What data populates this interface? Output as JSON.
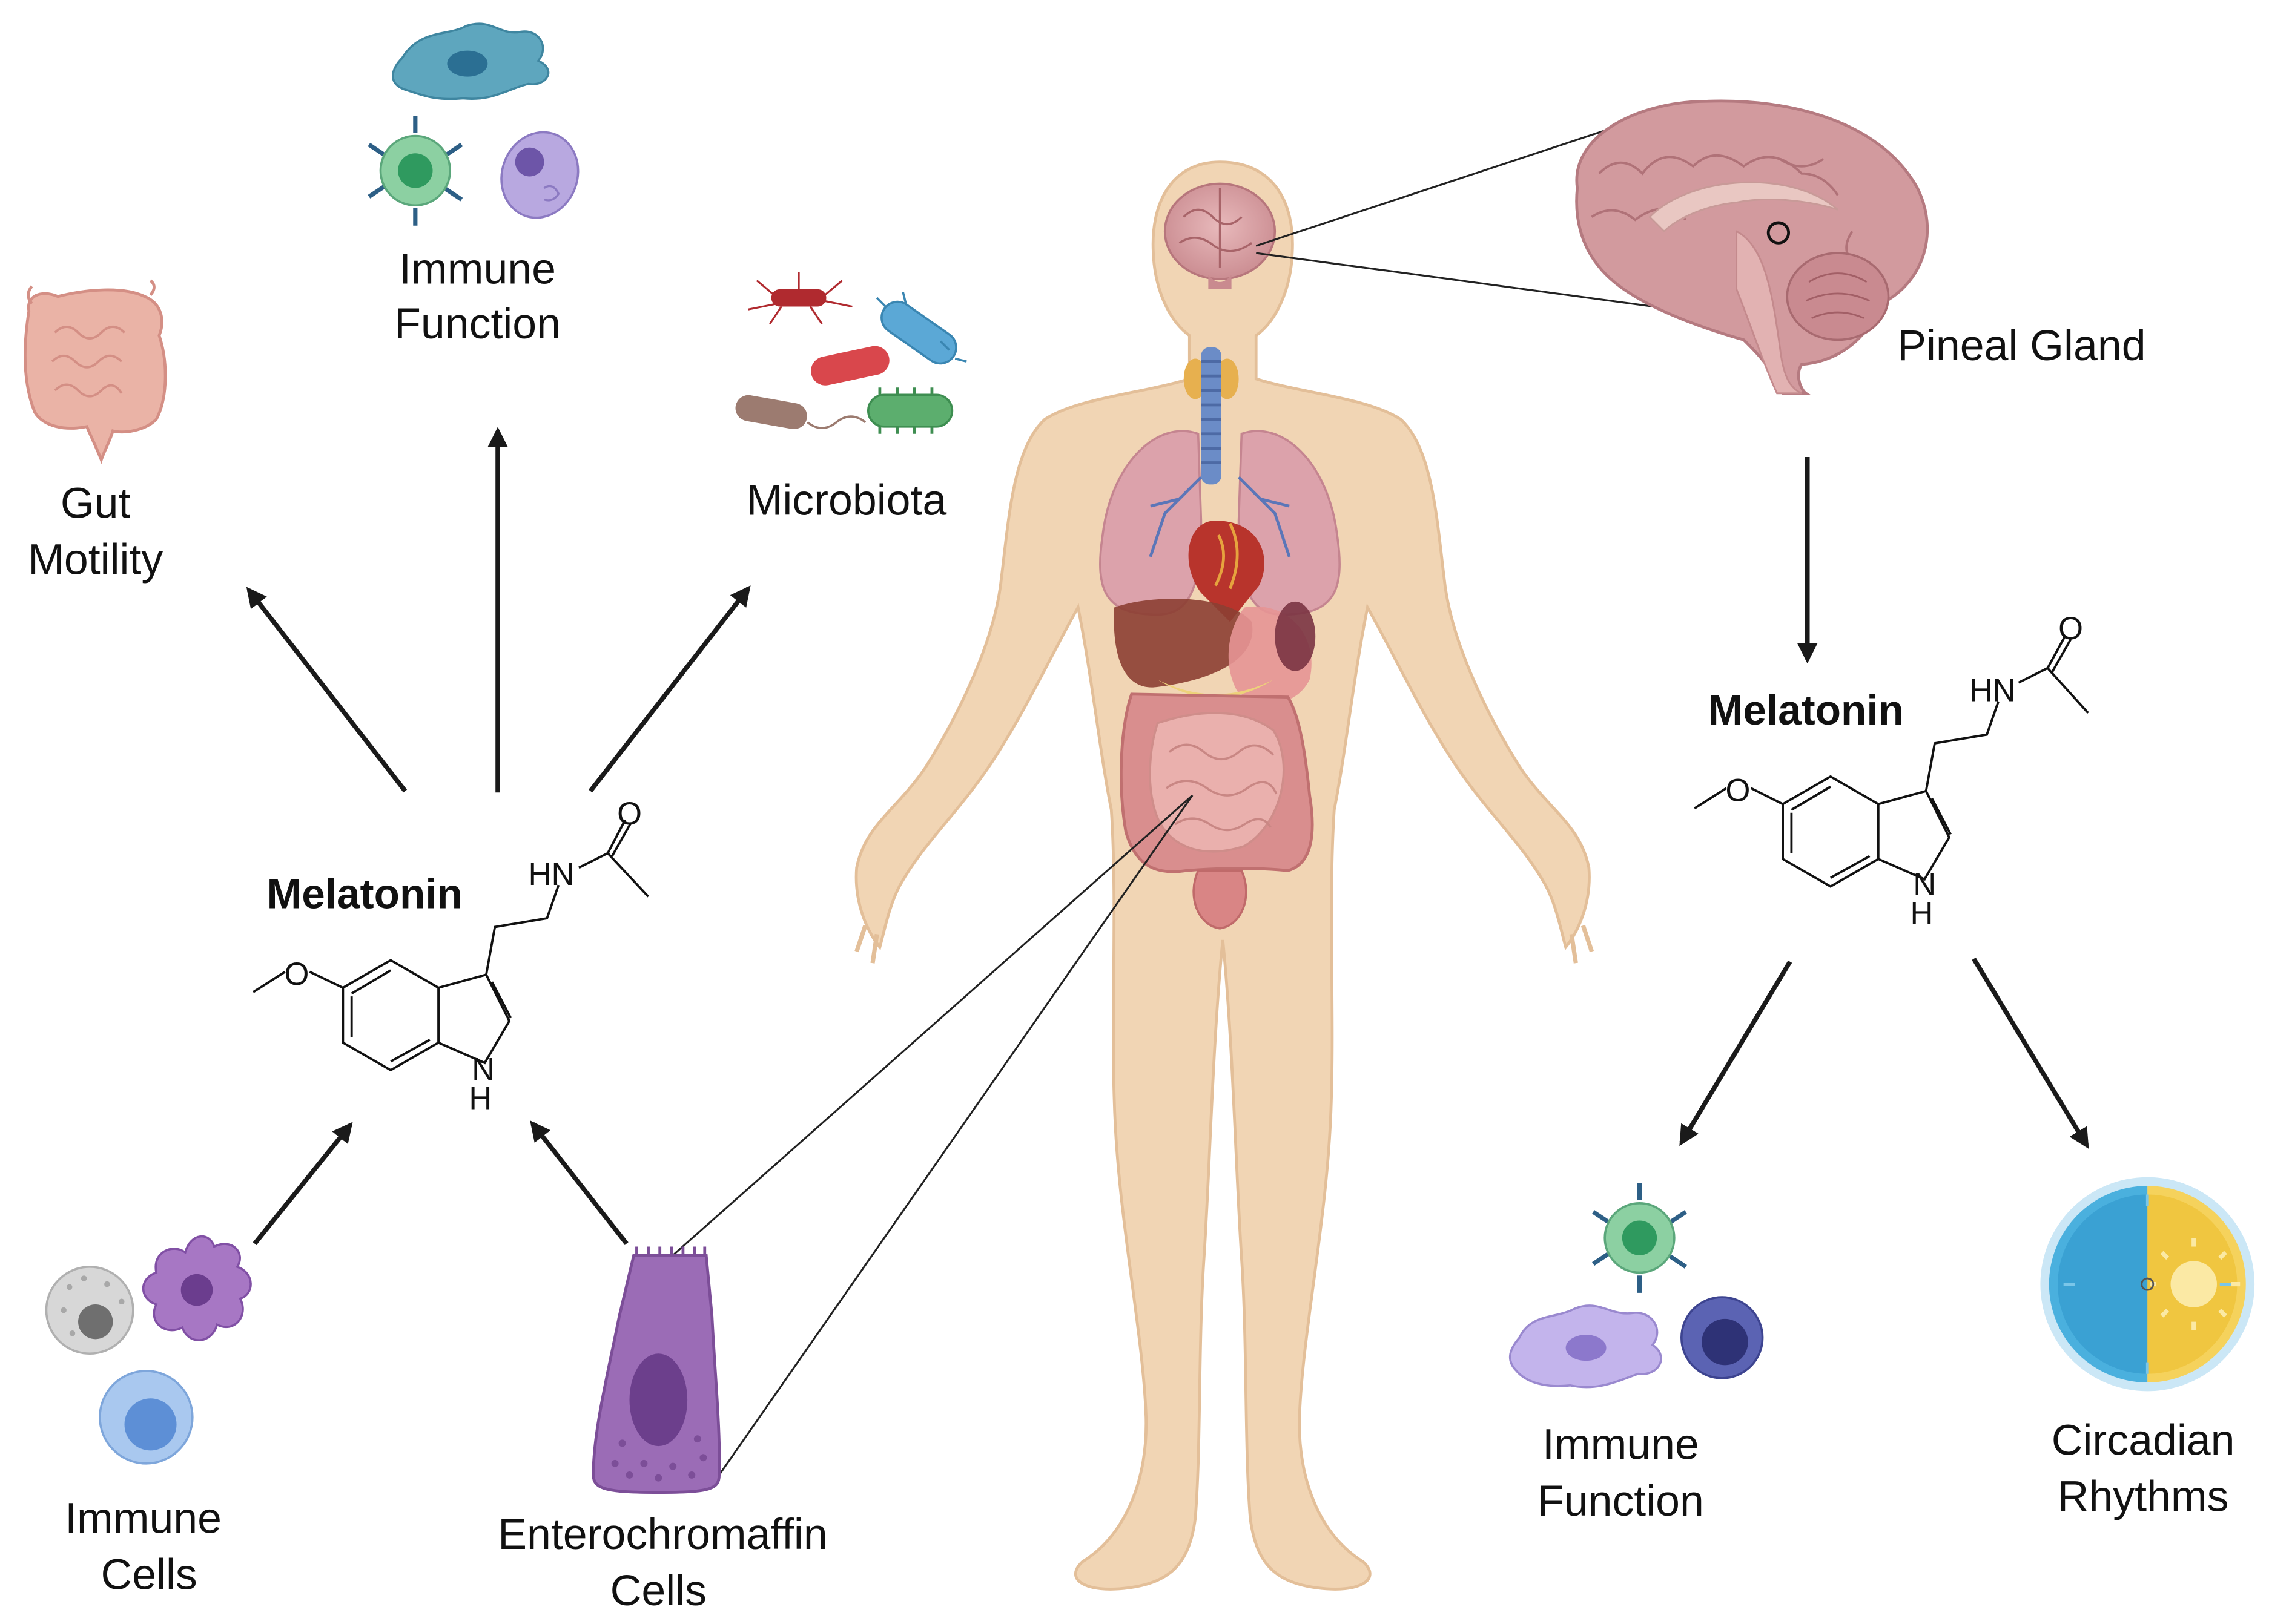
{
  "labels": {
    "immune_function_top": [
      "Immune",
      "Function"
    ],
    "gut_motility": [
      "Gut",
      "Motility"
    ],
    "microbiota": "Microbiota",
    "melatonin_left": "Melatonin",
    "immune_cells": [
      "Immune",
      "Cells"
    ],
    "enterochromaffin_cells": [
      "Enterochromaffin",
      "Cells"
    ],
    "pineal_gland": "Pineal Gland",
    "melatonin_right": "Melatonin",
    "immune_function_right": [
      "Immune",
      "Function"
    ],
    "circadian_rhythms": [
      "Circadian",
      "Rhythms"
    ]
  },
  "molecule_atoms": {
    "nitrogen_amide": "HN",
    "oxygen_carbonyl": "O",
    "oxygen_methoxy": "O",
    "nitrogen_indole": "N",
    "hydrogen_indole": "H"
  },
  "colors": {
    "skin": "#f1d5b4",
    "brain": "#d9a0a4",
    "intestine": "#e9aeb0",
    "ec_cell": "#9a6bb4",
    "arrow": "#1a1a1a"
  }
}
